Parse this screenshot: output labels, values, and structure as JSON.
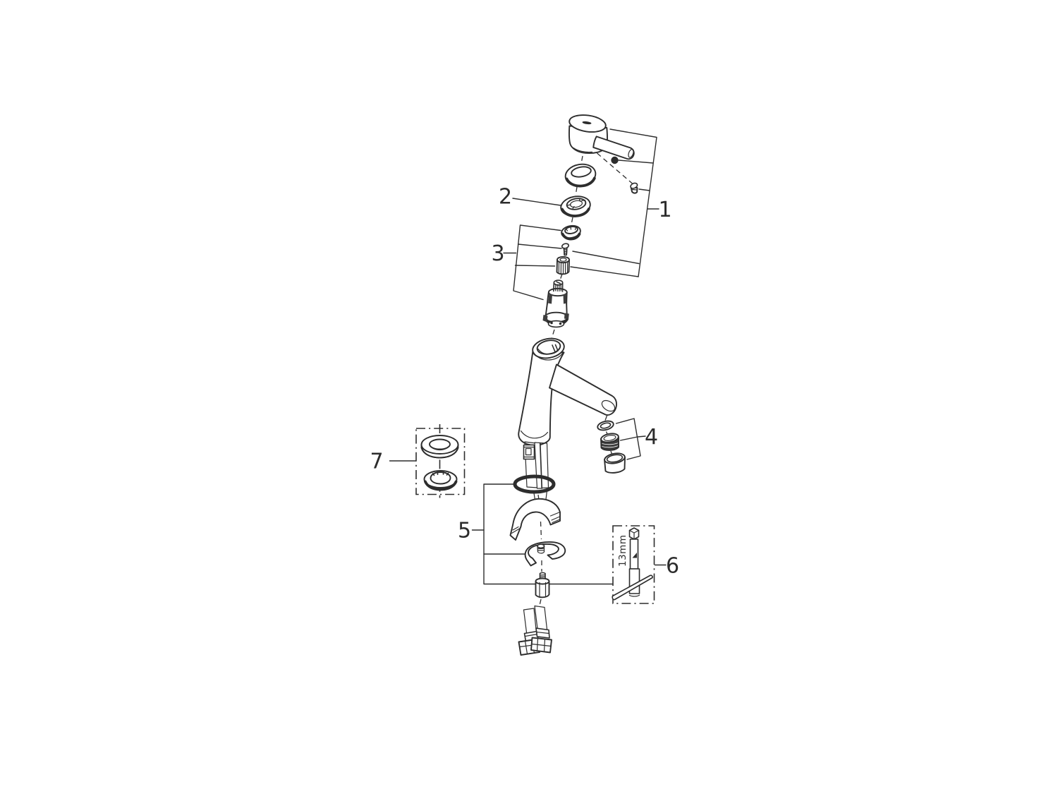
{
  "figure": {
    "kind": "exploded-view parts diagram",
    "background_color": "#ffffff",
    "line_color": "#2d2d2d"
  },
  "callouts": [
    {
      "label": "1",
      "part": "lever-handle-assembly"
    },
    {
      "label": "2",
      "part": "mounting-ring"
    },
    {
      "label": "3",
      "part": "cartridge-assembly"
    },
    {
      "label": "4",
      "part": "aerator-assembly"
    },
    {
      "label": "5",
      "part": "fastening-set"
    },
    {
      "label": "6",
      "part": "socket-wrench-tool"
    },
    {
      "label": "7",
      "part": "escutcheon-ring-set"
    }
  ],
  "tool": {
    "size_label": "13mm"
  }
}
